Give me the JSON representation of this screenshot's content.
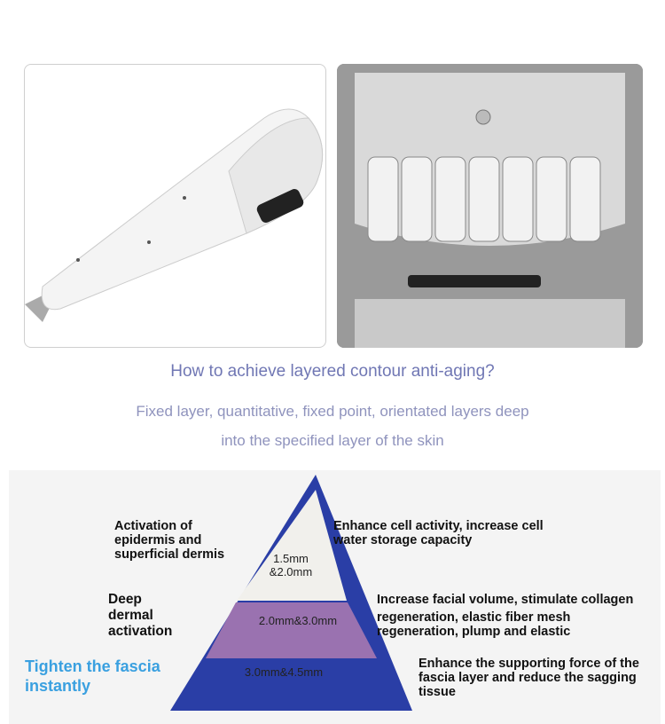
{
  "heading": "How to achieve layered contour anti-aging?",
  "subtitle_line1": "Fixed layer, quantitative, fixed point, orientated layers deep",
  "subtitle_line2": "into the specified layer of the skin",
  "pyramid": {
    "layers": [
      {
        "depth": "1.5mm &2.0mm",
        "left": "Activation of epidermis and superficial dermis",
        "right": "Enhance cell activity, increase cell water storage capacity",
        "color": "#f1f0ec"
      },
      {
        "depth": "2.0mm&3.0mm",
        "left": "Deep dermal activation",
        "right_l1": "Increase facial volume, stimulate collagen",
        "right_l2": "regeneration, elastic fiber mesh regeneration, plump and elastic",
        "color": "#9a72b0"
      },
      {
        "depth": "3.0mm&4.5mm",
        "left": "Tighten the fascia instantly",
        "right": "Enhance the supporting force of the fascia layer and reduce the sagging tissue",
        "color": "#2a43a8"
      }
    ],
    "outline": "#2a3ea6",
    "accent": "#3aa0e0"
  }
}
